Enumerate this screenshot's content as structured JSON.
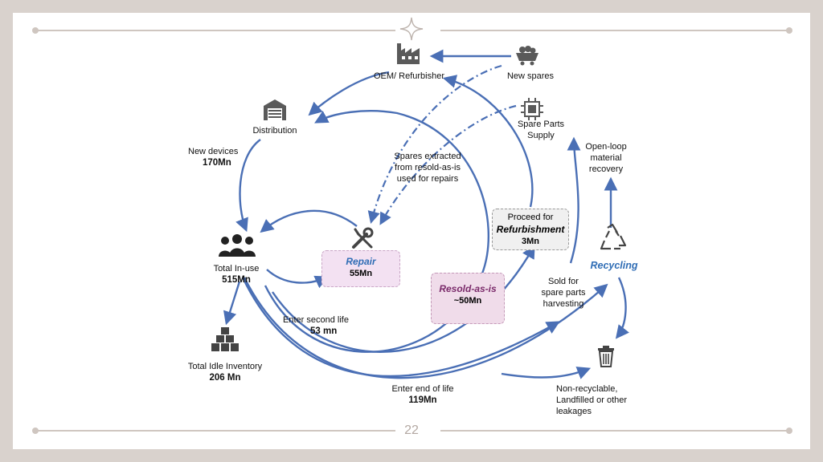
{
  "slide": {
    "page_number": "22"
  },
  "nodes": {
    "oem": {
      "label": "OEM/ Refurbisher"
    },
    "new_spares": {
      "label": "New spares"
    },
    "distribution": {
      "label": "Distribution"
    },
    "spare_parts": {
      "label_line1": "Spare Parts",
      "label_line2": "Supply"
    },
    "new_devices": {
      "label": "New devices",
      "value": "170Mn"
    },
    "spares_extracted": {
      "line1": "Spares extracted",
      "line2": "from resold-as-is",
      "line3": "used for repairs"
    },
    "open_loop": {
      "line1": "Open-loop",
      "line2": "material",
      "line3": "recovery"
    },
    "refurbishment": {
      "pre": "Proceed for",
      "title": "Refurbishment",
      "value": "3Mn"
    },
    "total_in_use": {
      "label": "Total In-use",
      "value": "515Mn"
    },
    "repair": {
      "title": "Repair",
      "value": "55Mn"
    },
    "resold": {
      "title": "Resold-as-is",
      "value": "~50Mn"
    },
    "recycling": {
      "title": "Recycling"
    },
    "sold_for_spare": {
      "line1": "Sold for",
      "line2": "spare parts",
      "line3": "harvesting"
    },
    "second_life": {
      "label": "Enter second life",
      "value": "53 mn"
    },
    "idle_inventory": {
      "label": "Total Idle Inventory",
      "value": "206 Mn"
    },
    "end_of_life": {
      "label": "Enter end of life",
      "value": "119Mn"
    },
    "non_recyclable": {
      "line1": "Non-recyclable,",
      "line2": "Landfilled or other",
      "line3": "leakages"
    }
  },
  "colors": {
    "arrow": "#4a6fb5",
    "repair_box": "#f3e1f2",
    "resold_box": "#f0dcea",
    "refurb_box": "#f0f0f0",
    "recycling_text": "#2f6db5",
    "frame": "#cfc6c0"
  },
  "icons": [
    "factory-icon",
    "mine-cart-icon",
    "warehouse-icon",
    "chip-icon",
    "people-icon",
    "wrench-screwdriver-icon",
    "recycle-icon",
    "boxes-icon",
    "trash-icon"
  ]
}
